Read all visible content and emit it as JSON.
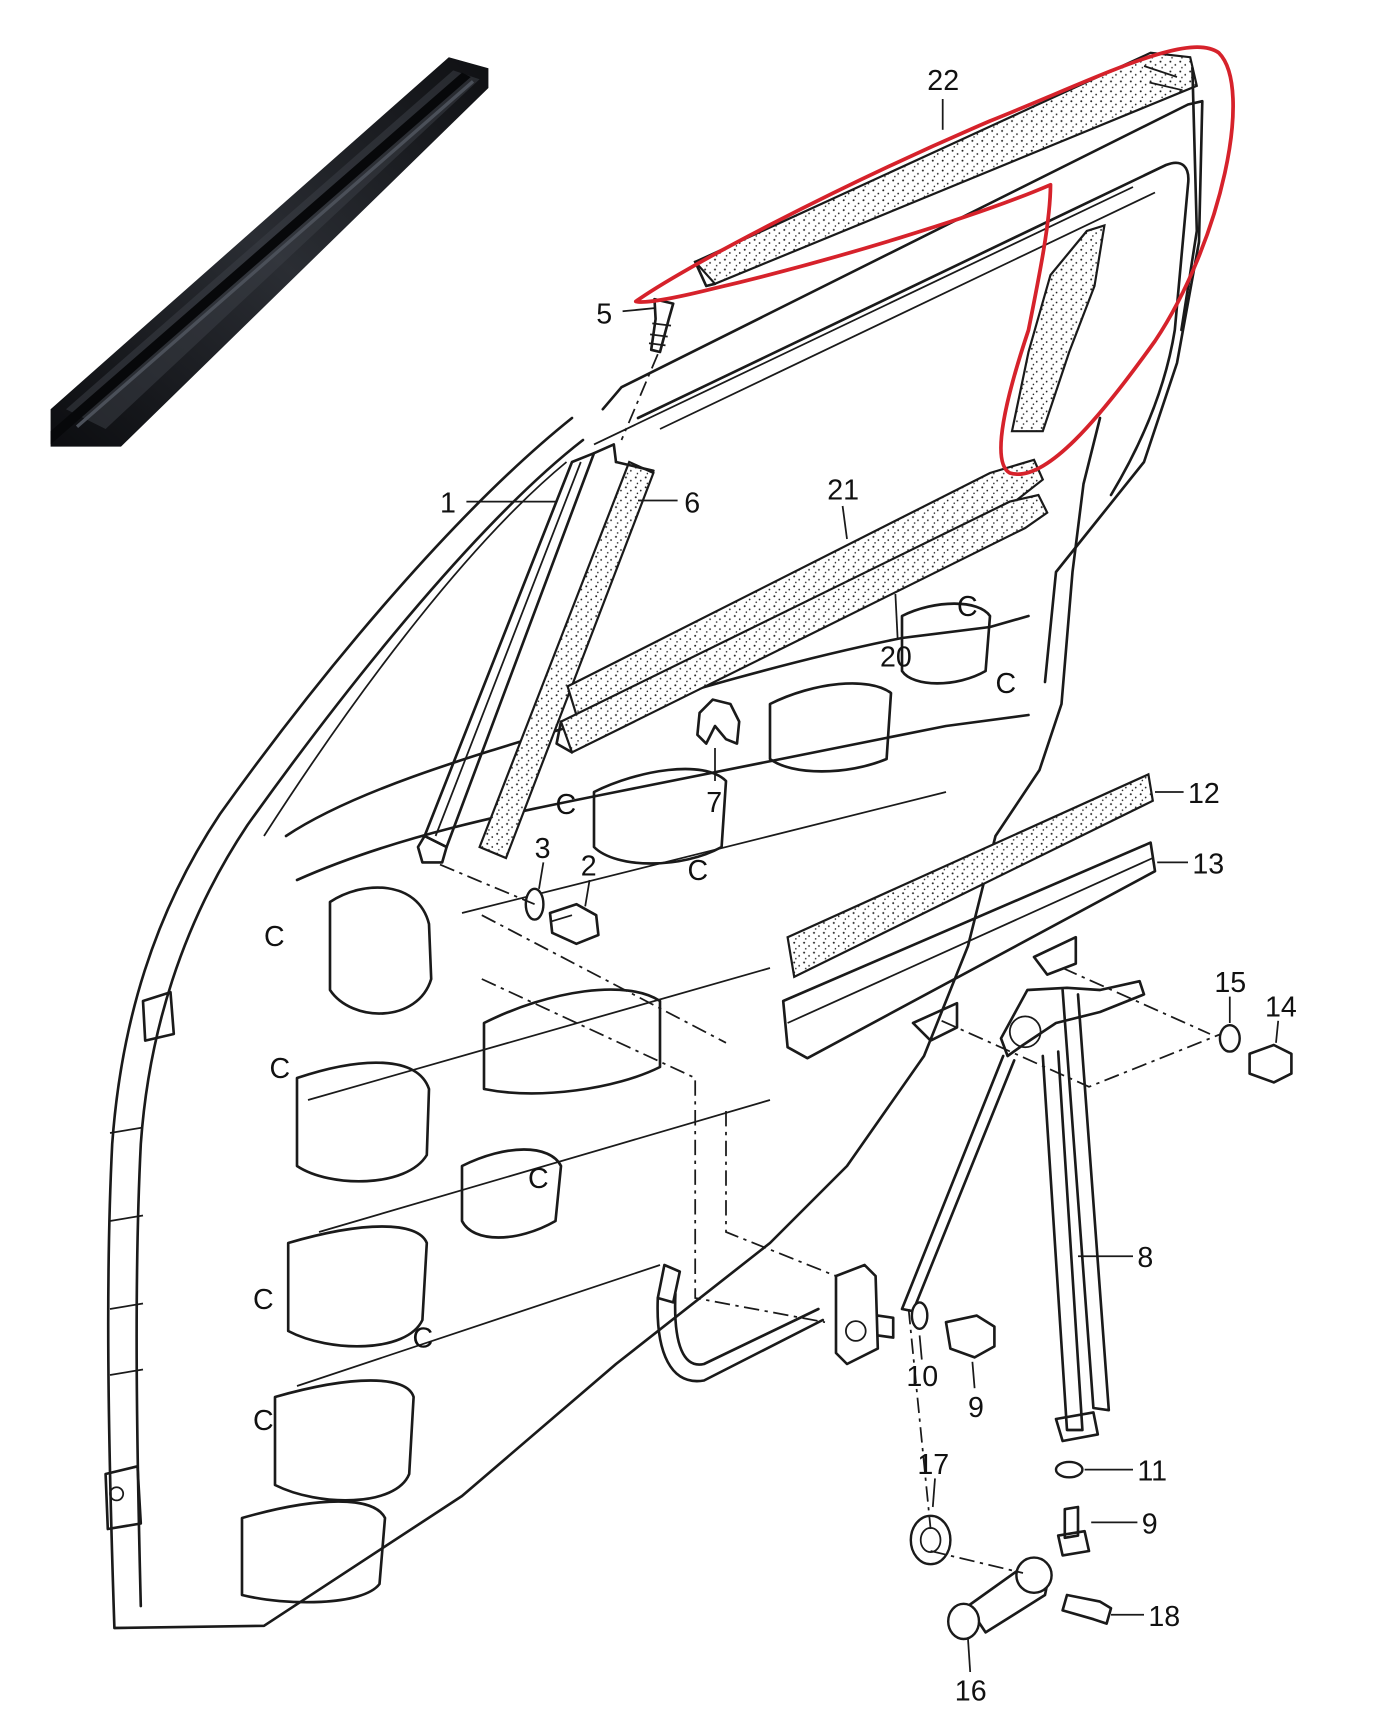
{
  "callouts": [
    {
      "id": "c1",
      "text": "1"
    },
    {
      "id": "c2",
      "text": "2"
    },
    {
      "id": "c3",
      "text": "3"
    },
    {
      "id": "c5",
      "text": "5"
    },
    {
      "id": "c6",
      "text": "6"
    },
    {
      "id": "c7",
      "text": "7"
    },
    {
      "id": "c8",
      "text": "8"
    },
    {
      "id": "c9a",
      "text": "9"
    },
    {
      "id": "c9b",
      "text": "9"
    },
    {
      "id": "c10",
      "text": "10"
    },
    {
      "id": "c11",
      "text": "11"
    },
    {
      "id": "c12",
      "text": "12"
    },
    {
      "id": "c13",
      "text": "13"
    },
    {
      "id": "c14",
      "text": "14"
    },
    {
      "id": "c15",
      "text": "15"
    },
    {
      "id": "c16",
      "text": "16"
    },
    {
      "id": "c17",
      "text": "17"
    },
    {
      "id": "c18",
      "text": "18"
    },
    {
      "id": "c20",
      "text": "20"
    },
    {
      "id": "c21",
      "text": "21"
    },
    {
      "id": "c22",
      "text": "22"
    }
  ],
  "colors": {
    "highlight": "#d6222b",
    "line": "#1a1a1a",
    "seal_photo": "#16181c"
  },
  "icons": {
    "inset_photo": "rubber-seal-photo",
    "highlight": "red-outline-loop"
  }
}
